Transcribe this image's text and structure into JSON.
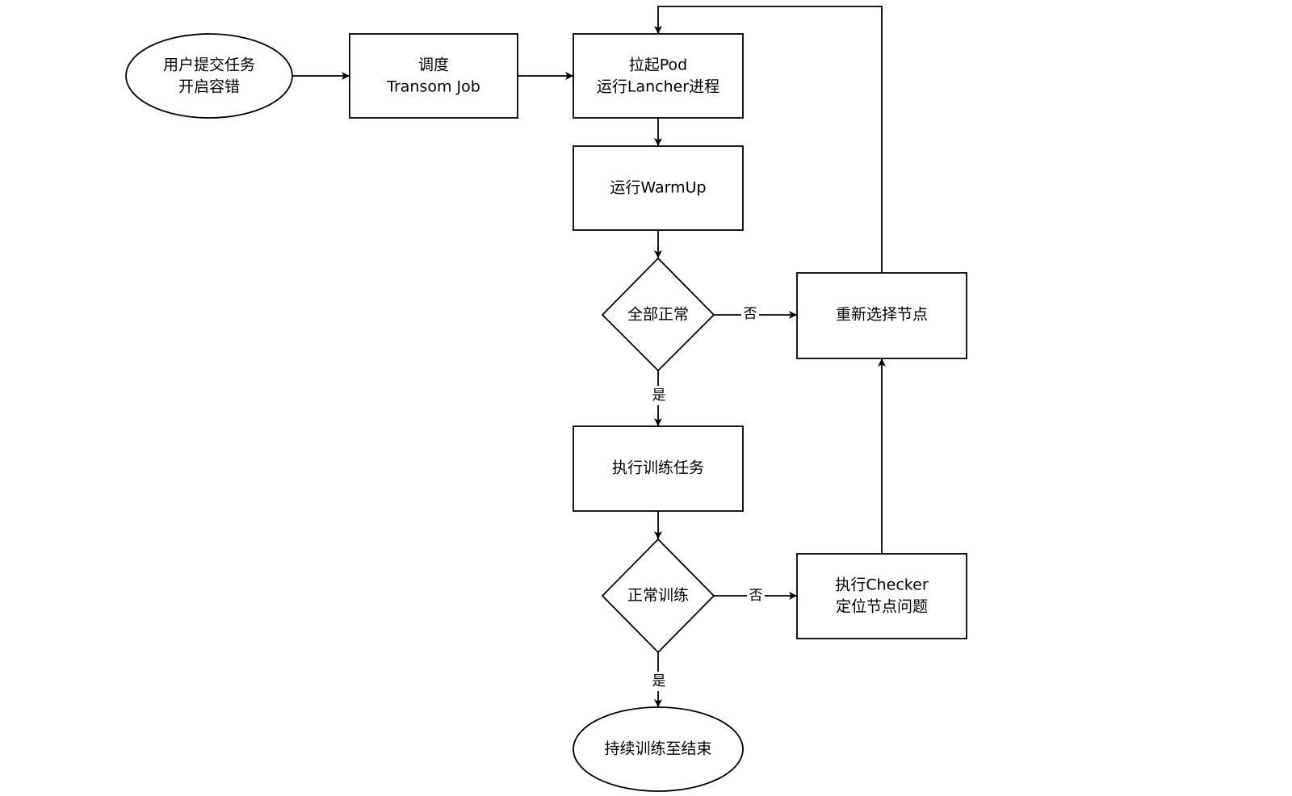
{
  "nodes": {
    "start": {
      "line1": "用户提交任务",
      "line2": "开启容错"
    },
    "schedule": {
      "line1": "调度",
      "line2": "Transom Job"
    },
    "launch": {
      "line1": "拉起Pod",
      "line2": "运行Lancher进程"
    },
    "warmup": {
      "line1": "运行WarmUp"
    },
    "all_ok": {
      "line1": "全部正常"
    },
    "reselect": {
      "line1": "重新选择节点"
    },
    "train": {
      "line1": "执行训练任务"
    },
    "train_ok": {
      "line1": "正常训练"
    },
    "checker": {
      "line1": "执行Checker",
      "line2": "定位节点问题"
    },
    "end": {
      "line1": "持续训练至结束"
    }
  },
  "edges": {
    "all_ok_no": "否",
    "all_ok_yes": "是",
    "train_ok_no": "否",
    "train_ok_yes": "是"
  }
}
